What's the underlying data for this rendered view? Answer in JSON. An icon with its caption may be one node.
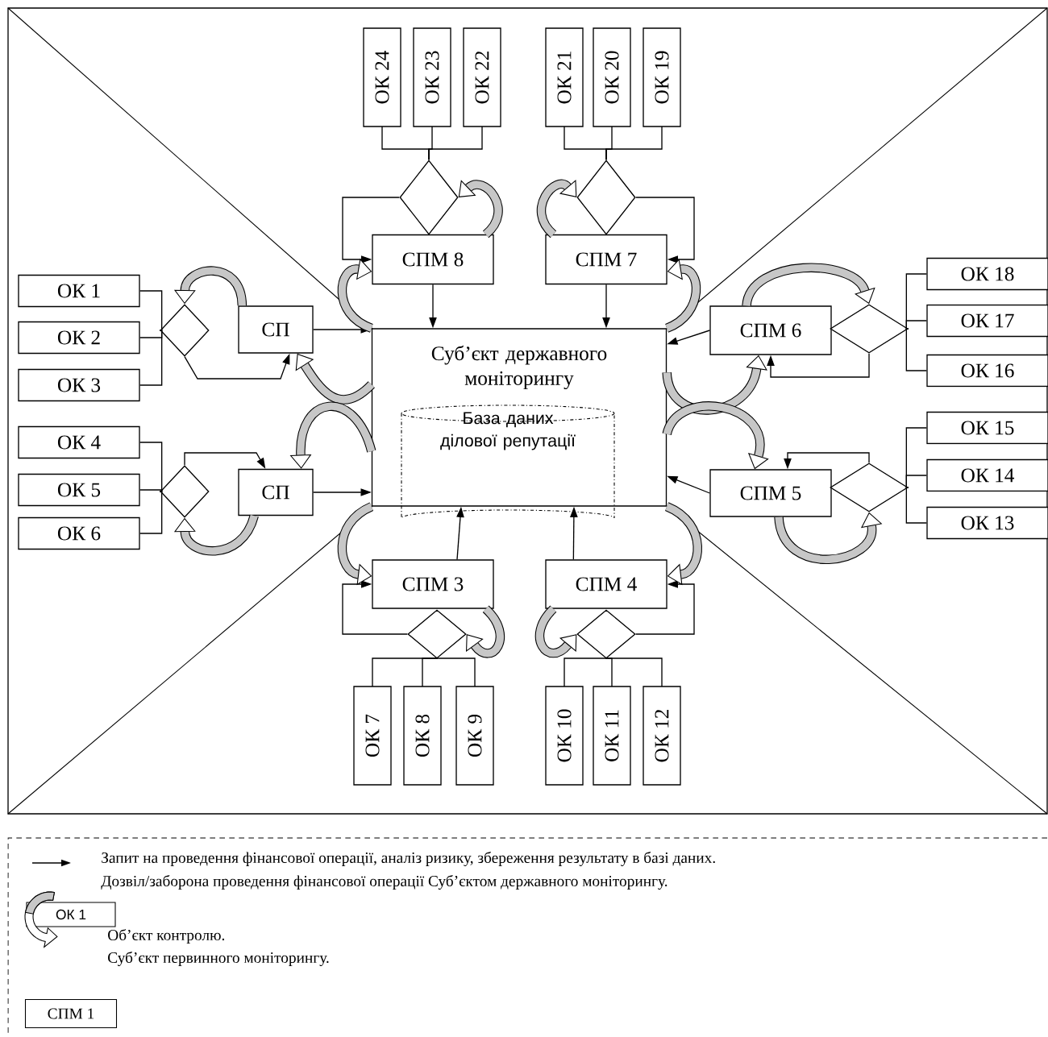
{
  "diagram": {
    "nodes": [
      {
        "text": [
          "ОК 24"
        ]
      },
      {
        "text": [
          "ОК 23"
        ]
      },
      {
        "text": [
          "ОК 22"
        ]
      },
      {
        "text": [
          "ОК 21"
        ]
      },
      {
        "text": [
          "ОК 20"
        ]
      },
      {
        "text": [
          "ОК 19"
        ]
      },
      {
        "text": [],
        "shape": "diamond"
      },
      {
        "text": [],
        "shape": "diamond"
      },
      {
        "text": [
          "СПМ 8"
        ]
      },
      {
        "text": [
          "СПМ 7"
        ]
      },
      {
        "text": [
          "ОК 1"
        ]
      },
      {
        "text": [
          "ОК 2"
        ]
      },
      {
        "text": [
          "ОК 3"
        ]
      },
      {
        "text": [],
        "shape": "diamond"
      },
      {
        "text": [
          "СП"
        ]
      },
      {
        "text": [
          "Суб’єкт державного моніторингу"
        ]
      },
      {
        "text": [
          "База даних ділової репутації"
        ],
        "in": 15
      },
      {
        "text": [
          "СПМ 6"
        ]
      },
      {
        "text": [],
        "shape": "diamond"
      },
      {
        "text": [
          "ОК 18"
        ]
      },
      {
        "text": [
          "ОК 17"
        ]
      },
      {
        "text": [
          "ОК 16"
        ]
      },
      {
        "text": [
          "ОК 4"
        ]
      },
      {
        "text": [
          "ОК 5"
        ]
      },
      {
        "text": [
          "ОК 6"
        ]
      },
      {
        "text": [],
        "shape": "diamond"
      },
      {
        "text": [
          "СП"
        ]
      },
      {
        "text": [
          "СПМ 5"
        ]
      },
      {
        "text": [],
        "shape": "diamond"
      },
      {
        "text": [
          "ОК 15"
        ]
      },
      {
        "text": [
          "ОК 14"
        ]
      },
      {
        "text": [
          "ОК 13"
        ]
      },
      {
        "text": [
          "СПМ 3"
        ]
      },
      {
        "text": [
          "СПМ 4"
        ]
      },
      {
        "text": [],
        "shape": "diamond"
      },
      {
        "text": [],
        "shape": "diamond"
      },
      {
        "text": [
          "ОК 7"
        ]
      },
      {
        "text": [
          "ОК 8"
        ]
      },
      {
        "text": [
          "ОК 9"
        ]
      },
      {
        "text": [
          "ОК 10"
        ]
      },
      {
        "text": [
          "ОК 11"
        ]
      },
      {
        "text": [
          "ОК 12"
        ]
      }
    ],
    "edges": [
      {
        "from": 0,
        "to": 6,
        "arrow": "none"
      },
      {
        "from": 1,
        "to": 6,
        "arrow": "none"
      },
      {
        "from": 2,
        "to": 6,
        "arrow": "none"
      },
      {
        "from": 3,
        "to": 7,
        "arrow": "none"
      },
      {
        "from": 4,
        "to": 7,
        "arrow": "none"
      },
      {
        "from": 5,
        "to": 7,
        "arrow": "none"
      },
      {
        "from": 10,
        "to": 13,
        "arrow": "none"
      },
      {
        "from": 11,
        "to": 13,
        "arrow": "none"
      },
      {
        "from": 12,
        "to": 13,
        "arrow": "none"
      },
      {
        "from": 19,
        "to": 18,
        "arrow": "none"
      },
      {
        "from": 20,
        "to": 18,
        "arrow": "none"
      },
      {
        "from": 21,
        "to": 18,
        "arrow": "none"
      },
      {
        "from": 22,
        "to": 25,
        "arrow": "none"
      },
      {
        "from": 23,
        "to": 25,
        "arrow": "none"
      },
      {
        "from": 24,
        "to": 25,
        "arrow": "none"
      },
      {
        "from": 29,
        "to": 28,
        "arrow": "none"
      },
      {
        "from": 30,
        "to": 28,
        "arrow": "none"
      },
      {
        "from": 31,
        "to": 28,
        "arrow": "none"
      },
      {
        "from": 36,
        "to": 34,
        "arrow": "none"
      },
      {
        "from": 37,
        "to": 34,
        "arrow": "none"
      },
      {
        "from": 38,
        "to": 34,
        "arrow": "none"
      },
      {
        "from": 39,
        "to": 35,
        "arrow": "none"
      },
      {
        "from": 40,
        "to": 35,
        "arrow": "none"
      },
      {
        "from": 41,
        "to": 35,
        "arrow": "none"
      },
      {
        "from": 6,
        "to": 8,
        "arrow": "to"
      },
      {
        "from": 7,
        "to": 9,
        "arrow": "to"
      },
      {
        "from": 13,
        "to": 14,
        "arrow": "to"
      },
      {
        "from": 18,
        "to": 17,
        "arrow": "to"
      },
      {
        "from": 25,
        "to": 26,
        "arrow": "to"
      },
      {
        "from": 28,
        "to": 27,
        "arrow": "to"
      },
      {
        "from": 34,
        "to": 32,
        "arrow": "to"
      },
      {
        "from": 35,
        "to": 33,
        "arrow": "to"
      },
      {
        "from": 8,
        "to": 15,
        "arrow": "to"
      },
      {
        "from": 9,
        "to": 15,
        "arrow": "to"
      },
      {
        "from": 14,
        "to": 15,
        "arrow": "to"
      },
      {
        "from": 17,
        "to": 15,
        "arrow": "to"
      },
      {
        "from": 26,
        "to": 15,
        "arrow": "to"
      },
      {
        "from": 27,
        "to": 15,
        "arrow": "to"
      },
      {
        "from": 32,
        "to": 15,
        "arrow": "to"
      },
      {
        "from": 33,
        "to": 15,
        "arrow": "to"
      },
      {
        "from": 15,
        "to": 14,
        "arrow": "to",
        "style": "thick"
      },
      {
        "from": 14,
        "to": 13,
        "arrow": "to",
        "style": "thick"
      },
      {
        "from": 15,
        "to": 26,
        "arrow": "to",
        "style": "thick"
      },
      {
        "from": 26,
        "to": 25,
        "arrow": "to",
        "style": "thick"
      },
      {
        "from": 15,
        "to": 8,
        "arrow": "to",
        "style": "thick"
      },
      {
        "from": 8,
        "to": 6,
        "arrow": "to",
        "style": "thick"
      },
      {
        "from": 15,
        "to": 9,
        "arrow": "to",
        "style": "thick"
      },
      {
        "from": 9,
        "to": 7,
        "arrow": "to",
        "style": "thick"
      },
      {
        "from": 15,
        "to": 17,
        "arrow": "to",
        "style": "thick"
      },
      {
        "from": 17,
        "to": 18,
        "arrow": "to",
        "style": "thick"
      },
      {
        "from": 15,
        "to": 27,
        "arrow": "to",
        "style": "thick"
      },
      {
        "from": 27,
        "to": 28,
        "arrow": "to",
        "style": "thick"
      },
      {
        "from": 15,
        "to": 32,
        "arrow": "to",
        "style": "thick"
      },
      {
        "from": 32,
        "to": 34,
        "arrow": "to",
        "style": "thick"
      },
      {
        "from": 15,
        "to": 33,
        "arrow": "to",
        "style": "thick"
      },
      {
        "from": 33,
        "to": 35,
        "arrow": "to",
        "style": "thick"
      }
    ],
    "labels": [
      "ОК 1",
      "СПМ 1"
    ],
    "legend": [
      {
        "text": "Запит на проведення фінансової операції, аналіз ризику, збереження результату в базі даних."
      },
      {
        "text": "Дозвіл/заборона проведення фінансової операції Суб’єктом державного моніторингу."
      },
      {
        "text": "Об’єкт контролю."
      },
      {
        "text": "Суб’єкт первинного моніторингу."
      }
    ]
  }
}
